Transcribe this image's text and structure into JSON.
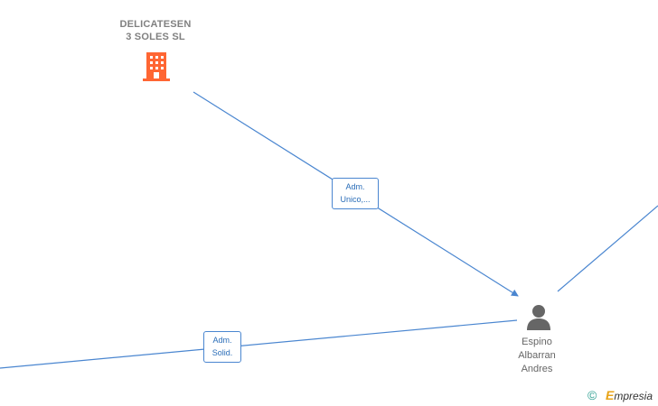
{
  "company": {
    "name_line1": "DELICATESEN",
    "name_line2": "3 SOLES  SL",
    "icon": "building-icon",
    "color": "#ff6633"
  },
  "person": {
    "name_line1": "Espino",
    "name_line2": "Albarran",
    "name_line3": "Andres",
    "icon": "person-icon",
    "color": "#666666"
  },
  "edges": [
    {
      "label_line1": "Adm.",
      "label_line2": "Unico,..."
    },
    {
      "label_line1": "Adm.",
      "label_line2": "Solid."
    }
  ],
  "edge_color": "#4a86d0",
  "watermark": {
    "copyright": "©",
    "brand_initial": "E",
    "brand_rest": "mpresia"
  }
}
